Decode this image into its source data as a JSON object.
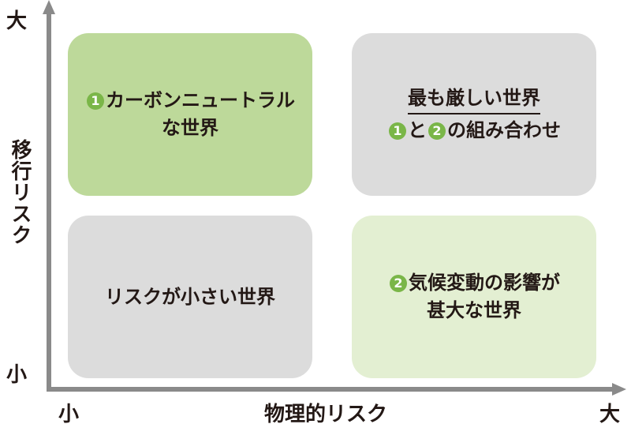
{
  "colors": {
    "axis": "#8a8a8a",
    "quad_green_strong": "#bdd99a",
    "quad_green_light": "#e3efd2",
    "quad_gray": "#dcdcdc",
    "number_badge": "#7ab648"
  },
  "y_axis": {
    "title": "移行リスク",
    "high": "大",
    "low": "小"
  },
  "x_axis": {
    "title": "物理的リスク",
    "low": "小",
    "high": "大"
  },
  "badges": {
    "one": "1",
    "two": "2"
  },
  "quadrants": {
    "top_left": {
      "line1": "カーボンニュートラル",
      "line2": "な世界"
    },
    "top_right": {
      "line1": "最も厳しい世界",
      "conj": "と",
      "line2_rest": "の組み合わせ"
    },
    "bottom_left": {
      "line1": "リスクが小さい世界"
    },
    "bottom_right": {
      "line1": "気候変動の影響が",
      "line2": "甚大な世界"
    }
  }
}
